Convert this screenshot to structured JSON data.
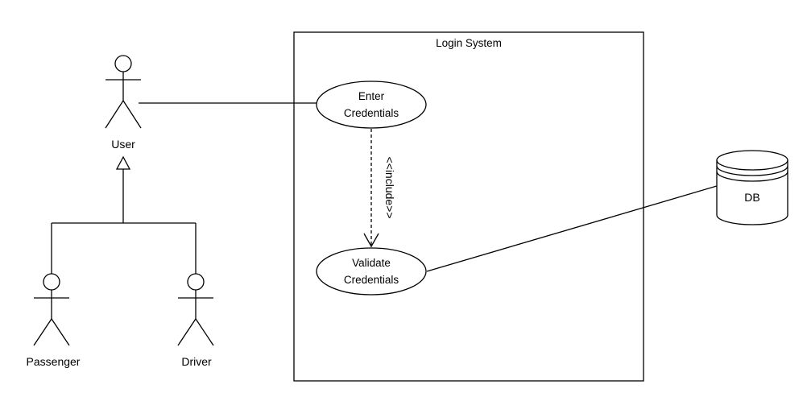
{
  "system": {
    "title": "Login System"
  },
  "actors": {
    "user": "User",
    "passenger": "Passenger",
    "driver": "Driver"
  },
  "use_cases": {
    "enter_line1": "Enter",
    "enter_line2": "Credentials",
    "validate_line1": "Validate",
    "validate_line2": "Credentials"
  },
  "relations": {
    "include_label": "<<include>>"
  },
  "database": {
    "label": "DB"
  }
}
